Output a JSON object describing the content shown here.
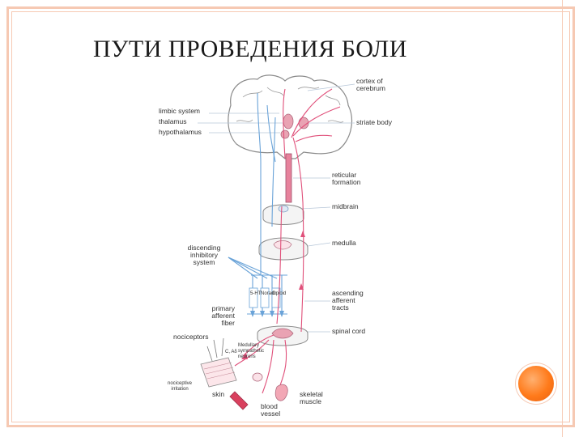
{
  "slide": {
    "title": "ПУТИ ПРОВЕДЕНИЯ БОЛИ"
  },
  "colors": {
    "frame": "#f6c9b3",
    "accent_orb": "#ff7a1a",
    "pathway_red": "#e0507a",
    "pathway_blue": "#6aa3d8",
    "tissue_pink": "#f2a7b5",
    "outline_gray": "#8a8a8a"
  },
  "diagram": {
    "labels": {
      "cortex": "cortex of\ncerebrum",
      "limbic": "limbic system",
      "thalamus": "thalamus",
      "hypothalamus": "hypothalamus",
      "striate": "striate body",
      "reticular": "reticular\nformation",
      "midbrain": "midbrain",
      "descending": "discending\ninhibitory\nsystem",
      "medulla": "medulla",
      "ascending": "ascending\nafferent\ntracts",
      "primary": "primary\nafferent\nfiber",
      "nociceptors": "nociceptors",
      "spinal": "spinal cord",
      "noxious": "nociceptive\nirritation",
      "skin": "skin",
      "blood": "blood\nvessel",
      "skeletal": "skeletal\nmuscle",
      "sympathetic": "Medullary\nsympathetic\nneurons",
      "c_fibers": "C, Aδ",
      "transmitters": [
        "5-HT",
        "Noradr.",
        "Opioid"
      ]
    }
  }
}
